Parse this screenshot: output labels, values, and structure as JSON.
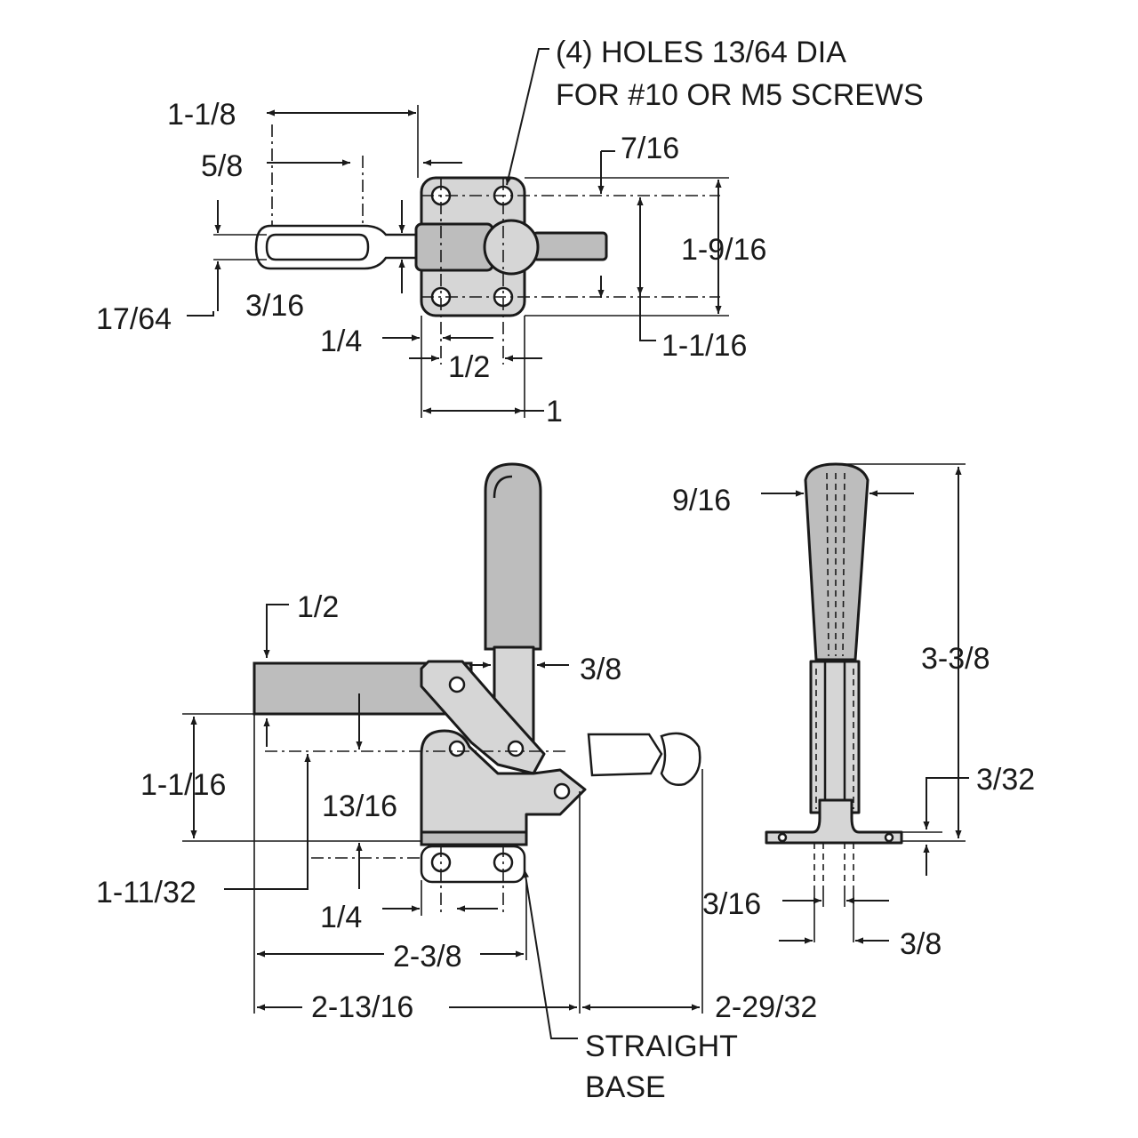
{
  "top_view": {
    "note_line1": "(4) HOLES 13/64 DIA",
    "note_line2": "FOR #10 OR M5 SCREWS",
    "dims": {
      "handle_length": "1-1/8",
      "handle_offset": "5/8",
      "pivot_offset": "7/16",
      "base_width": "1-9/16",
      "handle_thickness": "17/64",
      "handle_gap": "3/16",
      "hole_spacing_y": "1-1/16",
      "edge_to_hole": "1/4",
      "hole_spacing_x": "1/2",
      "base_length": "1"
    }
  },
  "side_view": {
    "dims": {
      "bar_thickness": "1/2",
      "handle_width": "3/8",
      "arm_height": "1-1/16",
      "pivot_height": "13/16",
      "base_height": "1-11/32",
      "hole_edge": "1/4",
      "base_to_bar": "2-3/8",
      "bar_length": "2-13/16",
      "open_reach": "2-29/32"
    },
    "callout_line1": "STRAIGHT",
    "callout_line2": "BASE"
  },
  "end_view": {
    "dims": {
      "grip_width": "9/16",
      "overall_height": "3-3/8",
      "base_thickness": "3/32",
      "slot_width": "3/16",
      "slot_spacing": "3/8"
    }
  }
}
